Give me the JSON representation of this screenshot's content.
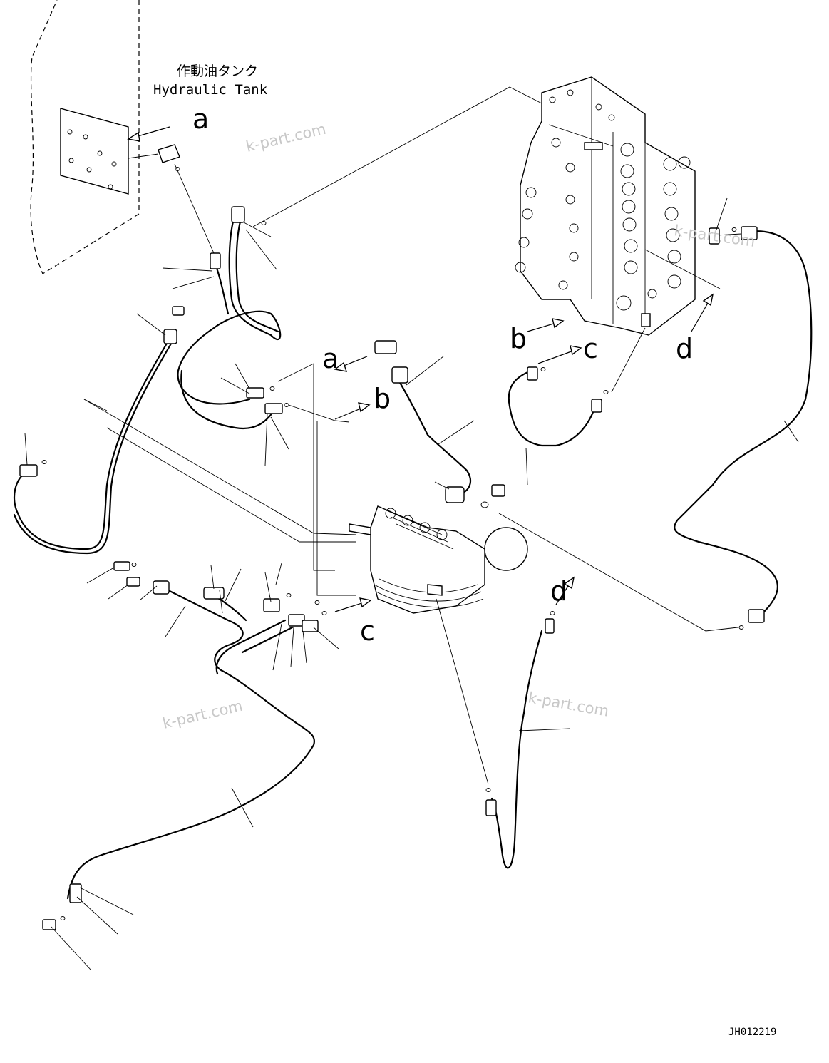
{
  "diagram": {
    "tank_label_jp": "作動油タンク",
    "tank_label_en": "Hydraulic Tank",
    "callouts": {
      "a1": "a",
      "a2": "a",
      "b1": "b",
      "b2": "b",
      "c1": "c",
      "c2": "c",
      "d1": "d",
      "d2": "d"
    },
    "watermarks": [
      "k-part.com",
      "k-part.com",
      "k-part.com",
      "k-part.com"
    ],
    "drawing_code": "JH012219"
  }
}
